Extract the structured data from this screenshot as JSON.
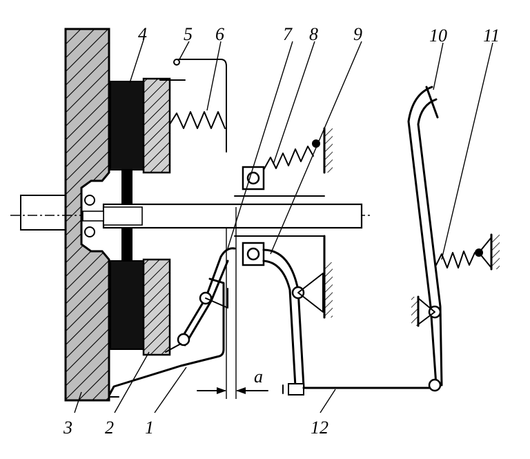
{
  "diagram": {
    "labels": {
      "l1": "1",
      "l2": "2",
      "l3": "3",
      "l4": "4",
      "l5": "5",
      "l6": "6",
      "l7": "7",
      "l8": "8",
      "l9": "9",
      "l10": "10",
      "l11": "11",
      "l12": "12"
    },
    "dimension": "a"
  }
}
